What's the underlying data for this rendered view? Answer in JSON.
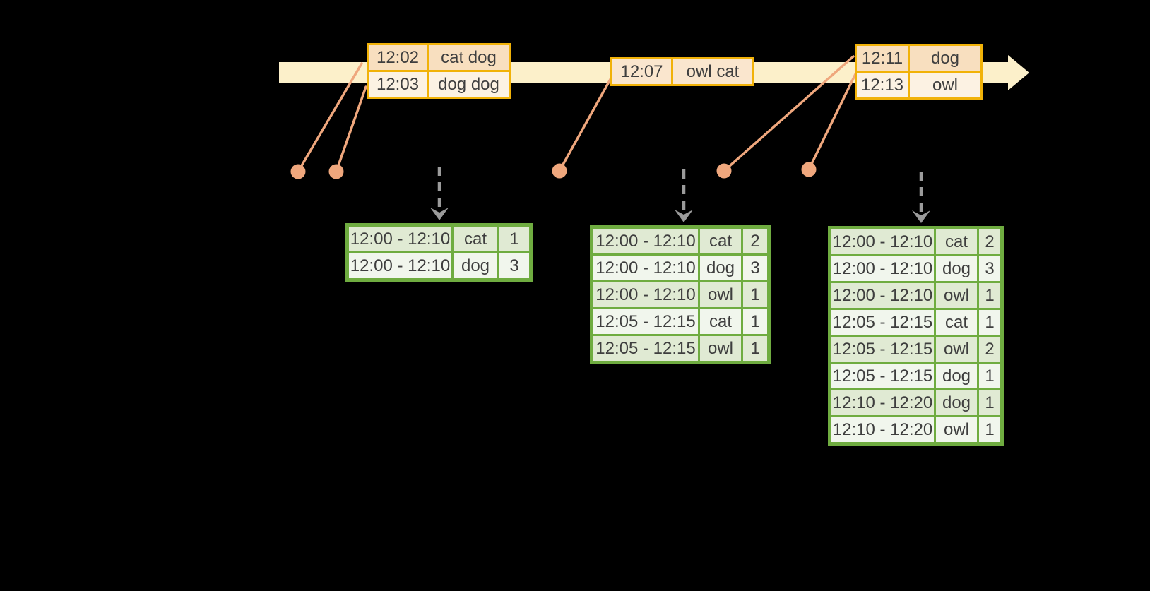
{
  "colors": {
    "timeline_fill": "#FCF0CA",
    "event_border": "#F1B208",
    "event_row_dark": "#F8DFBF",
    "event_row_mid": "#FAE6CE",
    "event_row_light": "#FCF2E3",
    "connector": "#EFA77D",
    "trigger_gray": "#9B9B9B",
    "result_border": "#6FAC40",
    "result_row_dark": "#E0EAD3",
    "result_row_light": "#F1F6ED",
    "text": "#3E3E3E",
    "background": "#000000"
  },
  "timeline": {
    "event_tables": [
      {
        "rows": [
          {
            "time": "12:02",
            "words": "cat dog"
          },
          {
            "time": "12:03",
            "words": "dog dog"
          }
        ]
      },
      {
        "rows": [
          {
            "time": "12:07",
            "words": "owl cat"
          }
        ]
      },
      {
        "rows": [
          {
            "time": "12:11",
            "words": "dog"
          },
          {
            "time": "12:13",
            "words": "owl"
          }
        ]
      }
    ]
  },
  "result_tables": [
    {
      "rows": [
        {
          "window": "12:00 - 12:10",
          "word": "cat",
          "count": "1"
        },
        {
          "window": "12:00 - 12:10",
          "word": "dog",
          "count": "3"
        }
      ]
    },
    {
      "rows": [
        {
          "window": "12:00 - 12:10",
          "word": "cat",
          "count": "2"
        },
        {
          "window": "12:00 - 12:10",
          "word": "dog",
          "count": "3"
        },
        {
          "window": "12:00 - 12:10",
          "word": "owl",
          "count": "1"
        },
        {
          "window": "12:05 - 12:15",
          "word": "cat",
          "count": "1"
        },
        {
          "window": "12:05 - 12:15",
          "word": "owl",
          "count": "1"
        }
      ]
    },
    {
      "rows": [
        {
          "window": "12:00 - 12:10",
          "word": "cat",
          "count": "2"
        },
        {
          "window": "12:00 - 12:10",
          "word": "dog",
          "count": "3"
        },
        {
          "window": "12:00 - 12:10",
          "word": "owl",
          "count": "1"
        },
        {
          "window": "12:05 - 12:15",
          "word": "cat",
          "count": "1"
        },
        {
          "window": "12:05 - 12:15",
          "word": "owl",
          "count": "2"
        },
        {
          "window": "12:05 - 12:15",
          "word": "dog",
          "count": "1"
        },
        {
          "window": "12:10 - 12:20",
          "word": "dog",
          "count": "1"
        },
        {
          "window": "12:10 - 12:20",
          "word": "owl",
          "count": "1"
        }
      ]
    }
  ]
}
